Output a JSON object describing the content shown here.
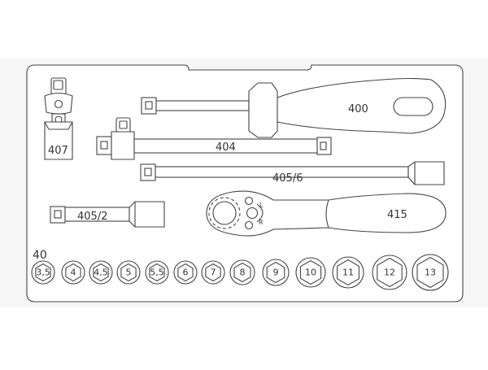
{
  "colors": {
    "line": "#444444",
    "band": "#f6f6f6",
    "background": "#ffffff",
    "text": "#333333"
  },
  "tools": {
    "universal_joint": "407",
    "extension_short": "405/2",
    "extension_medium": "404",
    "extension_long": "405/6",
    "sliding_t_bar": "400",
    "ratchet": "415",
    "ratchet_marks": [
      "L",
      "R"
    ]
  },
  "sockets": {
    "group_label": "40",
    "sizes": [
      "3,5",
      "4",
      "4,5",
      "5",
      "5,5",
      "6",
      "7",
      "8",
      "9",
      "10",
      "11",
      "12",
      "13"
    ]
  }
}
